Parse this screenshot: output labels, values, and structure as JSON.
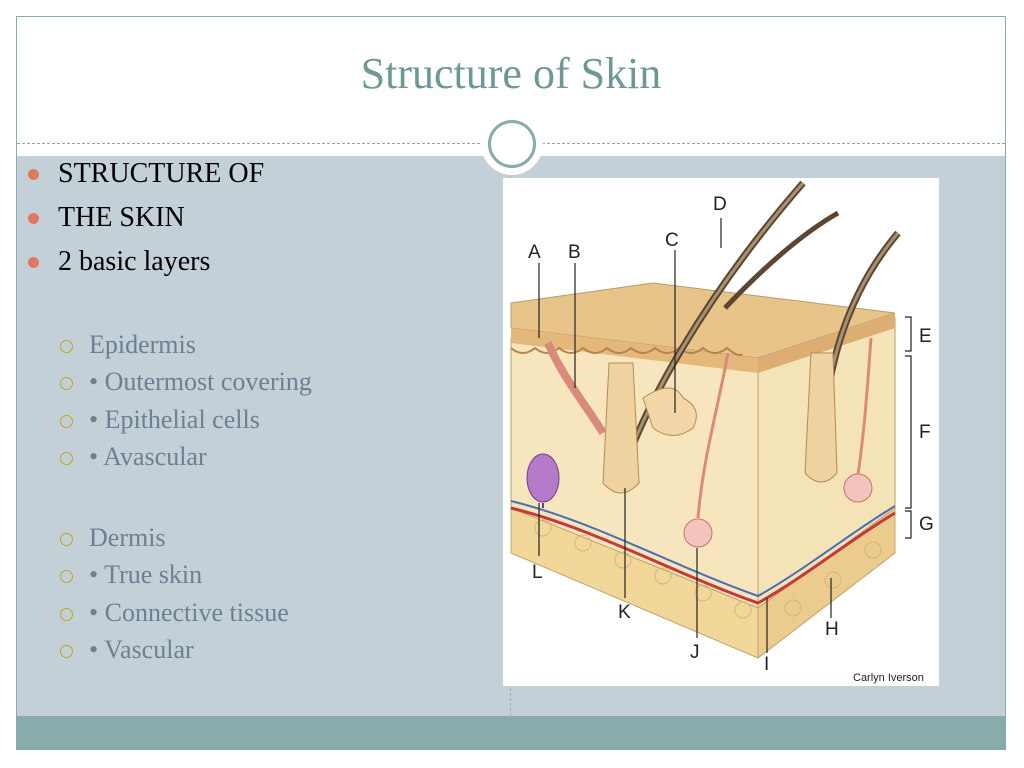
{
  "slide": {
    "title": "Structure of Skin",
    "bullets_level1": [
      "STRUCTURE OF",
      "THE SKIN",
      "2 basic layers"
    ],
    "epidermis": {
      "heading": "Epidermis",
      "items": [
        "• Outermost covering",
        "• Epithelial cells",
        "• Avascular"
      ]
    },
    "dermis": {
      "heading": "Dermis",
      "items": [
        "• True skin",
        "• Connective tissue",
        "• Vascular"
      ]
    }
  },
  "figure": {
    "labels": [
      "A",
      "B",
      "C",
      "D",
      "E",
      "F",
      "G",
      "H",
      "I",
      "J",
      "K",
      "L"
    ],
    "credit": "Carlyn Iverson"
  },
  "colors": {
    "accent": "#89abab",
    "title": "#6e9796",
    "body_bg": "#c4d0d8",
    "bullet": "#e07a5f",
    "sub_bullet": "#c3a31f"
  }
}
